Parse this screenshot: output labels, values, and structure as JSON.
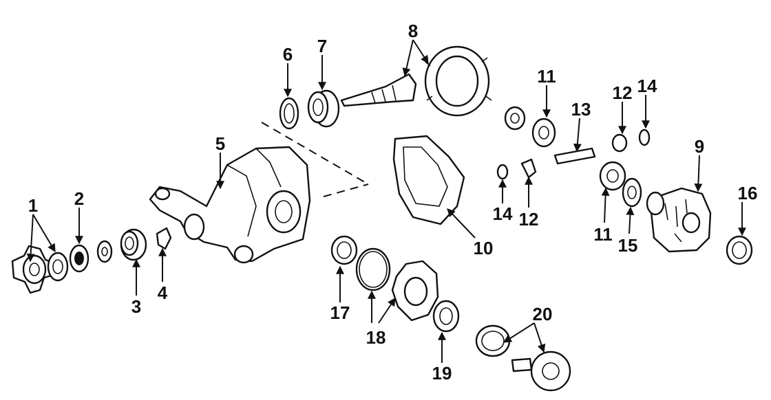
{
  "diagram": {
    "callouts": {
      "c1": "1",
      "c2": "2",
      "c3": "3",
      "c4": "4",
      "c5": "5",
      "c6": "6",
      "c7": "7",
      "c8": "8",
      "c9": "9",
      "c10": "10",
      "c11a": "11",
      "c11b": "11",
      "c12a": "12",
      "c12b": "12",
      "c13": "13",
      "c14a": "14",
      "c14b": "14",
      "c15": "15",
      "c16": "16",
      "c17": "17",
      "c18": "18",
      "c19": "19",
      "c20": "20"
    }
  }
}
